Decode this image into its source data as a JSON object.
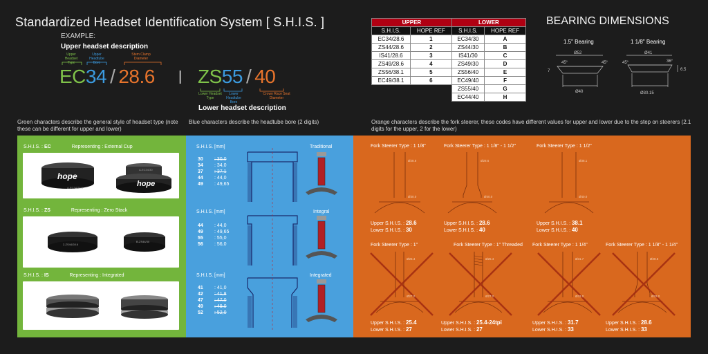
{
  "title": "Standardized Headset Identification System [ S.H.I.S. ]",
  "example": {
    "label": "EXAMPLE:",
    "upper_desc": "Upper headset description",
    "lower_desc": "Lower headset description",
    "upper_type_label": "Upper Headset Type",
    "upper_bore_label": "Upper Headtube Bore",
    "stem_clamp_label": "Stem Clamp Diameter",
    "lower_type_label": "Lower Headset Type",
    "lower_bore_label": "Lower Headtube Bore",
    "crown_race_label": "Crown Race Seat Diameter",
    "up_type": "EC",
    "up_bore": "34",
    "sep1": "/",
    "up_clamp": "28.6",
    "divider": "|",
    "lo_type": "ZS",
    "lo_bore": "55",
    "sep2": "/",
    "lo_crown": "40"
  },
  "table": {
    "upper_header": "UPPER",
    "lower_header": "LOWER",
    "shis_col": "S.H.I.S.",
    "ref_col": "HOPE REF",
    "rows": [
      {
        "u": "EC34/28.6",
        "ur": "1",
        "l": "EC34/30",
        "lr": "A"
      },
      {
        "u": "ZS44/28.6",
        "ur": "2",
        "l": "ZS44/30",
        "lr": "B"
      },
      {
        "u": "IS41/28.6",
        "ur": "3",
        "l": "IS41/30",
        "lr": "C"
      },
      {
        "u": "ZS49/28.6",
        "ur": "4",
        "l": "ZS49/30",
        "lr": "D"
      },
      {
        "u": "ZS56/38.1",
        "ur": "5",
        "l": "ZS56/40",
        "lr": "E"
      },
      {
        "u": "EC49/38.1",
        "ur": "6",
        "l": "EC49/40",
        "lr": "F"
      },
      {
        "u": "",
        "ur": "",
        "l": "ZS55/40",
        "lr": "G"
      },
      {
        "u": "",
        "ur": "",
        "l": "EC44/40",
        "lr": "H"
      }
    ]
  },
  "bearing": {
    "title": "BEARING DIMENSIONS",
    "b1_label": "1.5\" Bearing",
    "b2_label": "1 1/8\" Bearing",
    "b1_top": "Ø52",
    "b1_bottom": "Ø40",
    "b1_angle_l": "45°",
    "b1_angle_r": "45°",
    "b1_h": "7",
    "b2_top": "Ø41",
    "b2_bottom": "Ø30.15",
    "b2_angle_l": "45°",
    "b2_angle_r": "36°",
    "b2_h": "6.5"
  },
  "descriptions": {
    "green": "Green characters describe the general style of headset type (note these can be different for upper and lower)",
    "blue": "Blue characters describe the headtube bore (2 digits)",
    "orange": "Orange characters describe the fork steerer, these codes have different values for upper and lower due to the step on steerers (2.1 digits for the upper, 2 for the lower)"
  },
  "green_panel": {
    "shis_prefix": "S.H.I.S.  :",
    "rep_prefix": "Representing  :",
    "items": [
      {
        "code": "EC",
        "rep": "External Cup"
      },
      {
        "code": "ZS",
        "rep": "Zero Stack"
      },
      {
        "code": "IS",
        "rep": "Integrated"
      }
    ],
    "brand": "hope",
    "cup_marks": [
      "A-EC34/28.6",
      "A-EC34/30",
      "2-ZS44/28.6",
      "B-ZS44/30"
    ]
  },
  "blue_panel": {
    "sections": [
      {
        "head": "S.H.I.S.  [mm]",
        "label": "Traditional",
        "rows": [
          {
            "code": "30",
            "val": ": 30,0",
            "struck": true
          },
          {
            "code": "34",
            "val": ": 34,0",
            "struck": false
          },
          {
            "code": "37",
            "val": ": 37,1",
            "struck": true
          },
          {
            "code": "44",
            "val": ": 44,0",
            "struck": false
          },
          {
            "code": "49",
            "val": ": 49,65",
            "struck": false
          }
        ]
      },
      {
        "head": "S.H.I.S.  [mm]",
        "label": "Integral",
        "rows": [
          {
            "code": "44",
            "val": ": 44,0",
            "struck": false
          },
          {
            "code": "49",
            "val": ": 49,65",
            "struck": false
          },
          {
            "code": "55",
            "val": ": 55,0",
            "struck": false
          },
          {
            "code": "56",
            "val": ": 56,0",
            "struck": false
          }
        ]
      },
      {
        "head": "S.H.I.S.  [mm]",
        "label": "Integrated",
        "rows": [
          {
            "code": "41",
            "val": ": 41,0",
            "struck": false
          },
          {
            "code": "42",
            "val": ": 41,8",
            "struck": true
          },
          {
            "code": "47",
            "val": ": 47,0",
            "struck": true
          },
          {
            "code": "49",
            "val": ": 49,0",
            "struck": true
          },
          {
            "code": "52",
            "val": ": 52,0",
            "struck": true
          }
        ]
      }
    ]
  },
  "orange_panel": {
    "top": [
      {
        "label": "Fork Steerer Type :  1 1/8\"",
        "u_pref": "Upper S.H.I.S. :",
        "u": "28.6",
        "l_pref": "Lower S.H.I.S. :",
        "l": "30",
        "d_top": "Ø28.6",
        "d_bot": "Ø30.0"
      },
      {
        "label": "Fork Steerer Type :  1 1/8\" - 1 1/2\"",
        "u_pref": "Upper S.H.I.S. :",
        "u": "28.6",
        "l_pref": "Lower S.H.I.S. :",
        "l": "40",
        "d_top": "Ø28.6",
        "d_bot": "Ø40.0"
      },
      {
        "label": "Fork Steerer Type :  1 1/2\"",
        "u_pref": "Upper S.H.I.S. :",
        "u": "38.1",
        "l_pref": "Lower S.H.I.S. :",
        "l": "40",
        "d_top": "Ø38.1",
        "d_bot": "Ø40.0"
      }
    ],
    "bottom": [
      {
        "label": "Fork Steerer Type :  1\"",
        "u_pref": "Upper S.H.I.S. :",
        "u": "25.4",
        "l_pref": "Lower S.H.I.S. :",
        "l": "27",
        "d_top": "Ø25.4",
        "d_bot": "Ø27.0"
      },
      {
        "label": "Fork Steerer Type :  1\" Threaded",
        "u_pref": "Upper S.H.I.S. :",
        "u": "25.4-24tpi",
        "l_pref": "Lower S.H.I.S. :",
        "l": "27",
        "d_top": "Ø25.4",
        "d_bot": "Ø27.0"
      },
      {
        "label": "Fork Steerer Type :  1 1/4\"",
        "u_pref": "Upper S.H.I.S. :",
        "u": "31.7",
        "l_pref": "Lower S.H.I.S. :",
        "l": "33",
        "d_top": "Ø31.7",
        "d_bot": "Ø33.0"
      },
      {
        "label": "Fork Steerer Type :  1 1/8\" - 1 1/4\"",
        "u_pref": "Upper S.H.I.S. :",
        "u": "28.6",
        "l_pref": "Lower S.H.I.S. :",
        "l": "33",
        "d_top": "Ø28.6",
        "d_bot": "Ø33.0"
      }
    ]
  }
}
